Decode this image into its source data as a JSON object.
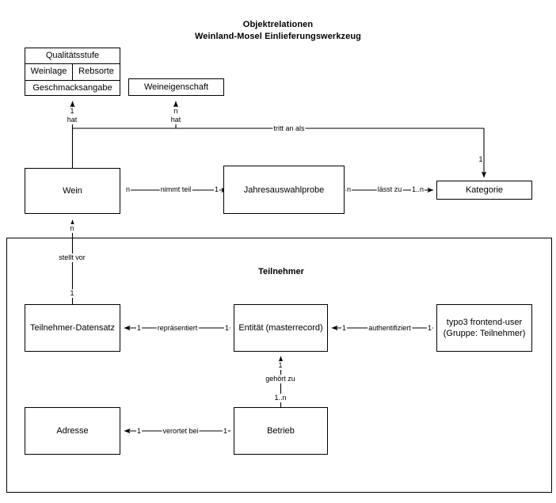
{
  "diagram": {
    "title_line1": "Objektrelationen",
    "title_line2": "Weinland-Mosel Einlieferungswerkzeug",
    "panel": {
      "label": "Teilnehmer"
    },
    "attribute_table": {
      "rows": [
        {
          "cells": [
            "Qualitätsstufe"
          ]
        },
        {
          "cells": [
            "Weinlage",
            "Rebsorte"
          ]
        },
        {
          "cells": [
            "Geschmacksangabe"
          ]
        }
      ]
    },
    "entities": {
      "weineigenschaft": "Weineigenschaft",
      "wein": "Wein",
      "jahresauswahlprobe": "Jahresauswahlprobe",
      "kategorie": "Kategorie",
      "teilnehmer_datensatz": "Teilnehmer-Datensatz",
      "entitaet_line1": "Entität (masterrecord)",
      "typo3_line1": "typo3 frontend-user",
      "typo3_line2": "(Gruppe: Teilnehmer)",
      "adresse": "Adresse",
      "betrieb": "Betrieb"
    },
    "relations": {
      "hat_quality": "hat",
      "hat_quality_card": "1",
      "hat_eigenschaft": "hat",
      "hat_eigenschaft_card": "n",
      "tritt_an_als": "tritt an als",
      "tritt_an_als_card": "1",
      "nimmt_teil": "nimmt teil",
      "nimmt_teil_left": "n",
      "nimmt_teil_right": "1",
      "laesst_zu": "lässt zu",
      "laesst_zu_left": "n",
      "laesst_zu_right": "1..n",
      "stellt_vor": "stellt vor",
      "stellt_vor_top": "n",
      "stellt_vor_bottom": "1",
      "repraesentiert": "repräsentiert",
      "repraesentiert_left": "1",
      "repraesentiert_right": "1",
      "authentifiziert": "authentifiziert",
      "authentifiziert_left": "1",
      "authentifiziert_right": "1",
      "gehoert_zu": "gehört zu",
      "gehoert_zu_top": "1",
      "gehoert_zu_bottom": "1..n",
      "verortet_bei": "verortet bei",
      "verortet_bei_left": "1",
      "verortet_bei_right": "1"
    },
    "colors": {
      "line": "#000000",
      "background": "#ffffff"
    }
  }
}
